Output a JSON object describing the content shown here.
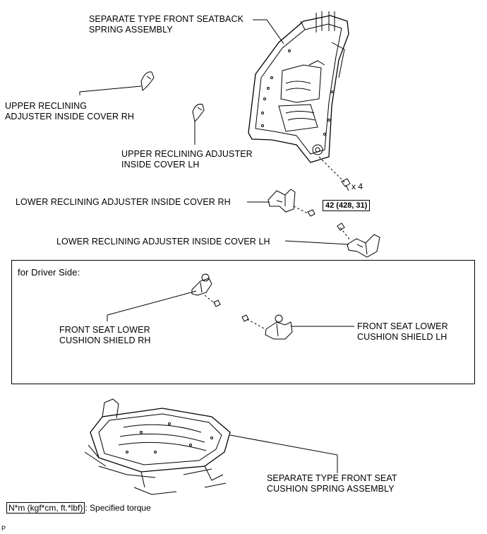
{
  "labels": {
    "seatback_spring": "SEPARATE TYPE FRONT SEATBACK\nSPRING ASSEMBLY",
    "upper_rh": "UPPER RECLINING\nADJUSTER INSIDE COVER RH",
    "upper_lh": "UPPER RECLINING ADJUSTER\nINSIDE COVER LH",
    "lower_rh": "LOWER RECLINING ADJUSTER INSIDE COVER RH",
    "lower_lh": "LOWER RECLINING ADJUSTER INSIDE COVER LH",
    "shield_rh": "FRONT SEAT LOWER\nCUSHION SHIELD RH",
    "shield_lh": "FRONT SEAT LOWER\nCUSHION SHIELD LH",
    "cushion_spring": "SEPARATE TYPE FRONT SEAT\nCUSHION SPRING ASSEMBLY"
  },
  "torque": "42 (428, 31)",
  "quantity": "x 4",
  "driver_box_title": "for Driver Side:",
  "legend": {
    "unit": "N*m (kgf*cm, ft.*lbf)",
    "text": ": Specified torque"
  },
  "corner_mark": "P"
}
